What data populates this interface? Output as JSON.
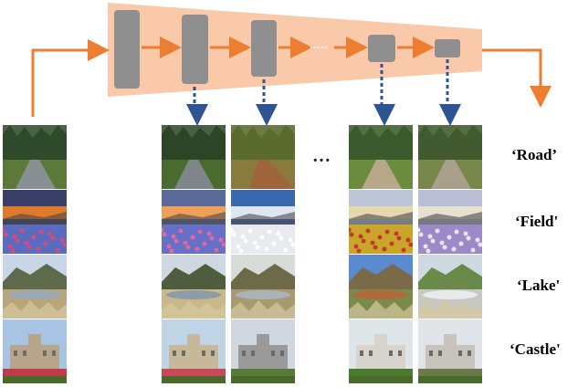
{
  "labels": [
    "‘Road’",
    "‘Field'",
    "‘Lake'",
    "‘Castle'"
  ],
  "ellipsis_between_columns": "…",
  "ellipsis_pipeline": "·····",
  "colors": {
    "pipeline_fill": "#f9c9a9",
    "layer_fill": "#8f8f8f",
    "arrow_orange": "#ec7d31",
    "arrow_blue": "#2f5496"
  },
  "scenes": [
    "road",
    "field",
    "lake",
    "castle"
  ],
  "image_columns": [
    "input",
    "layer-1",
    "layer-2",
    "layer-n-1",
    "layer-n"
  ]
}
